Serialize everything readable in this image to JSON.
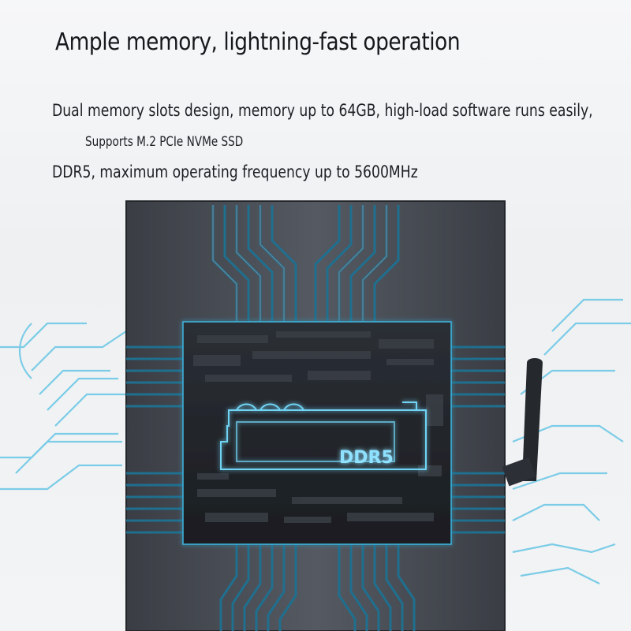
{
  "headline": "Ample memory, lightning-fast operation",
  "description": {
    "line1": "Dual memory slots design, memory up to 64GB, high-load software runs easily,",
    "line2": "Supports M.2 PCIe NVMe SSD",
    "line3": "DDR5, maximum operating frequency up to 5600MHz"
  },
  "illustration": {
    "module_label": "DDR5",
    "colors": {
      "accent": "#2fa9d6",
      "glow": "#7fd8f5",
      "device_dark": "#2a2d33",
      "chip_dark": "#1f2227"
    },
    "icons": [
      "circuit-traces",
      "memory-module-outline",
      "antenna"
    ]
  }
}
